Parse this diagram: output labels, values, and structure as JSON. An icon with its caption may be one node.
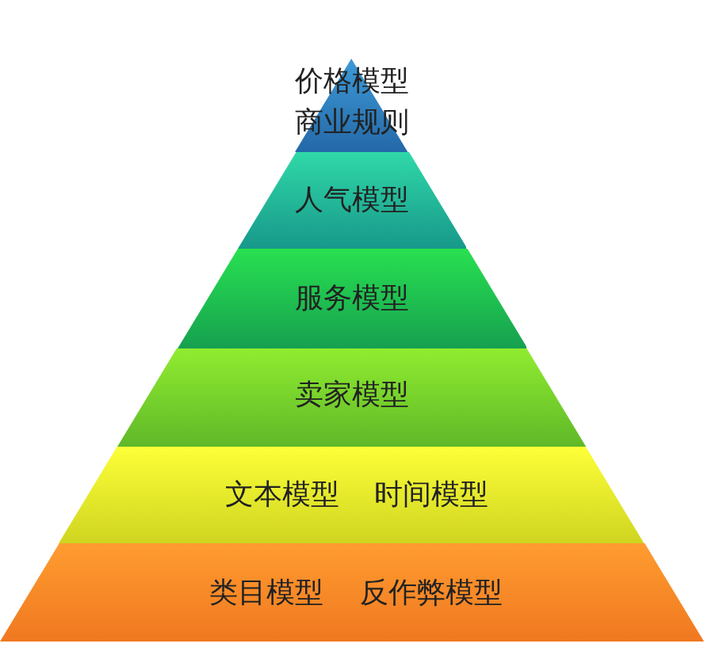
{
  "diagram": {
    "nodes": [
      {
        "text": [
          "价格模型",
          "商业规则"
        ]
      },
      {
        "text": [
          "人气模型"
        ]
      },
      {
        "text": [
          "服务模型"
        ]
      },
      {
        "text": [
          "卖家模型"
        ]
      },
      {
        "text": [
          "文本模型",
          "时间模型"
        ]
      },
      {
        "text": [
          "类目模型",
          "反作弊模型"
        ]
      }
    ]
  }
}
